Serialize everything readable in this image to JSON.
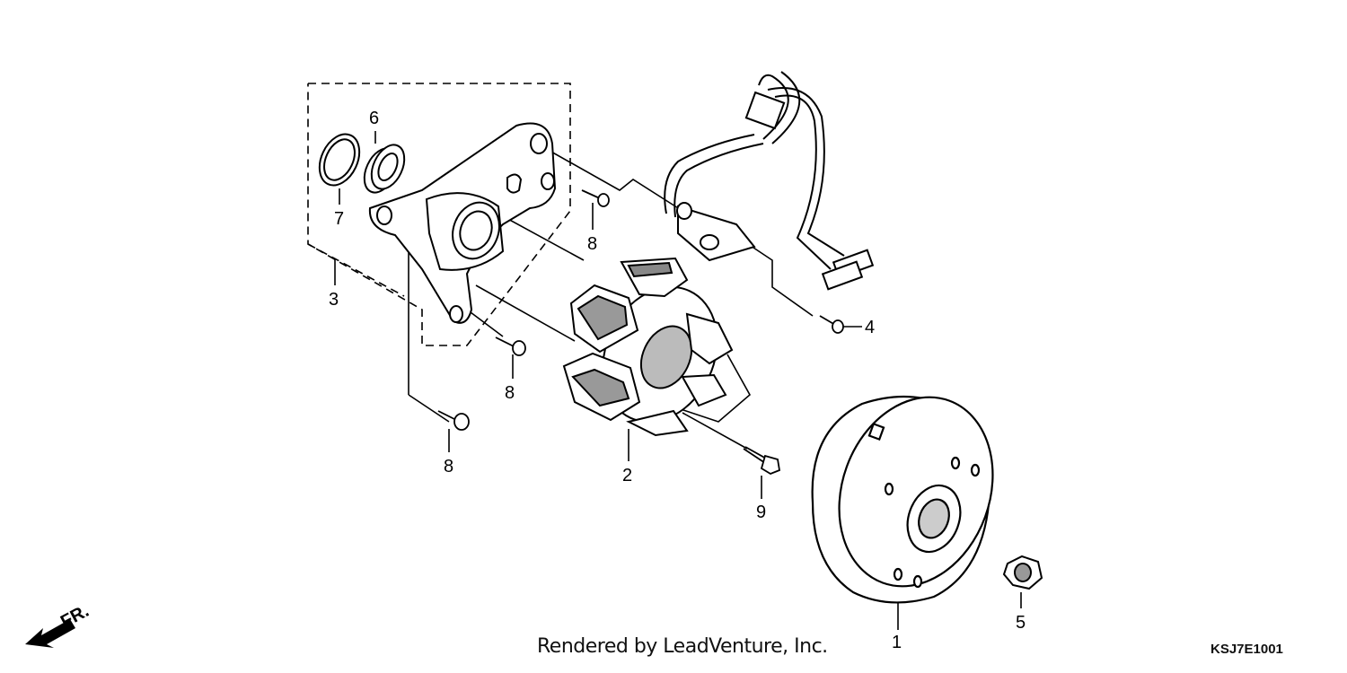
{
  "diagram": {
    "direction_label": "FR.",
    "callouts": {
      "p1": "1",
      "p2": "2",
      "p3": "3",
      "p4": "4",
      "p5": "5",
      "p6": "6",
      "p7": "7",
      "p8a": "8",
      "p8b": "8",
      "p8c": "8",
      "p9": "9"
    },
    "credit": "Rendered by LeadVenture, Inc.",
    "figure_code": "KSJ7E1001"
  }
}
